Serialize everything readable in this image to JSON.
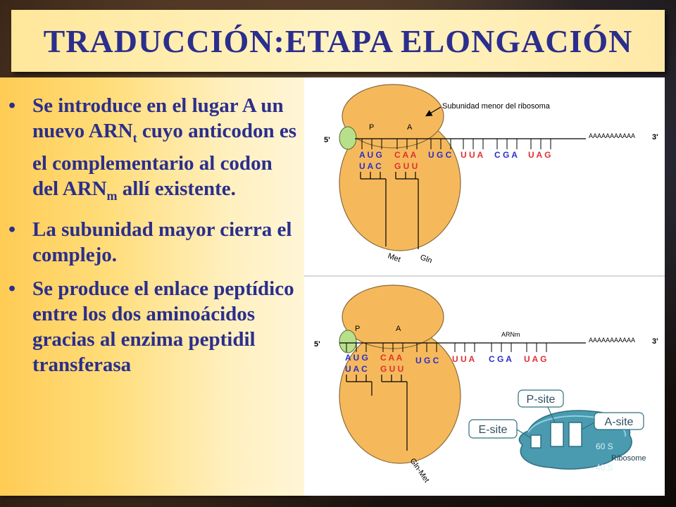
{
  "title": "TRADUCCIÓN:ETAPA ELONGACIÓN",
  "bullets": [
    {
      "parts": [
        "Se introduce en el lugar A un nuevo ARN",
        "t",
        " cuyo anticodon es el complementario al codon del ARN",
        "m",
        " allí existente."
      ]
    },
    {
      "text": "La subunidad mayor cierra el complejo."
    },
    {
      "text": "Se produce el enlace peptídico entre los dos aminoácidos gracias al enzima peptidil transferasa"
    }
  ],
  "bullet_glyph": "•",
  "diagram_top": {
    "subunit_label": "Subunidad menor del ribosoma",
    "site_p": "P",
    "site_a": "A",
    "five_prime": "5'",
    "three_prime": "3'",
    "poly_a": "AAAAAAAAAAA",
    "codons": [
      {
        "text": "A U G",
        "color": "blue"
      },
      {
        "text": "C A A",
        "color": "red"
      },
      {
        "text": "U G C",
        "color": "blue"
      },
      {
        "text": "U U A",
        "color": "red"
      },
      {
        "text": "C G A",
        "color": "blue"
      },
      {
        "text": "U A G",
        "color": "red"
      }
    ],
    "anticodon_1": "U A C",
    "anticodon_2": "G U U",
    "aa_1": "Met",
    "aa_2": "Gln"
  },
  "diagram_bottom": {
    "site_p": "P",
    "site_a": "A",
    "mrna_label": "ARNm",
    "five_prime": "5'",
    "three_prime": "3'",
    "poly_a": "AAAAAAAAAAA",
    "codons": [
      {
        "text": "A U G",
        "color": "blue"
      },
      {
        "text": "C A A",
        "color": "red"
      },
      {
        "text": "U G C",
        "color": "blue"
      },
      {
        "text": "U U A",
        "color": "red"
      },
      {
        "text": "C G A",
        "color": "blue"
      },
      {
        "text": "U A G",
        "color": "red"
      }
    ],
    "anticodon_1": "U A C",
    "anticodon_2": "G U U",
    "dipeptide": "Gln-Met"
  },
  "ribosome_inset": {
    "p_site": "P-site",
    "e_site": "E-site",
    "a_site": "A-site",
    "large": "60 S",
    "name": "Ribosome",
    "small": "40 S"
  },
  "colors": {
    "title_text": "#2b2e8c",
    "ribosome": "#f5b95c",
    "ribosome_stroke": "#8a6a3a",
    "codon_blue": "#2b2ec8",
    "codon_red": "#e03030",
    "trna_cap": "#b8e08a",
    "inset_body": "#4a9ab0"
  }
}
